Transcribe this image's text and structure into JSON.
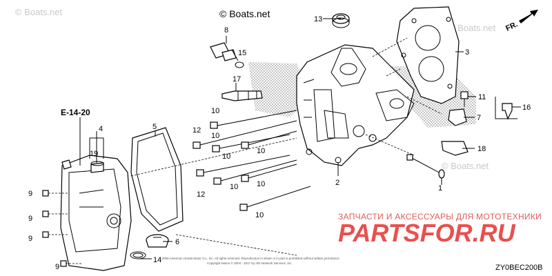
{
  "watermarks": {
    "top_left": "© Boats.net",
    "top_center": "© Boats.net",
    "top_right": "© Boats.net",
    "mid_right": "© Boats.net"
  },
  "direction_label": "FR.",
  "reference": "E-14-20",
  "callouts": [
    "1",
    "2",
    "3",
    "4",
    "5",
    "6",
    "7",
    "8",
    "9",
    "9",
    "9",
    "9",
    "10",
    "10",
    "10",
    "10",
    "10",
    "10",
    "10",
    "10",
    "11",
    "12",
    "12",
    "13",
    "14",
    "15",
    "16",
    "17",
    "18",
    "19"
  ],
  "shop": {
    "subtitle": "ЗАПЧАСТИ И АКСЕССУАРЫ ДЛЯ МОТОТЕХНИКИ",
    "logo": "PARTSFOR.RU"
  },
  "diagram_code": "ZY0BEC200B",
  "copyright_line_1": "© 2008 American Honda Motor Co., Inc. All rights reserved. Reproduction in whole or in part is prohibited without written permission.",
  "copyright_line_2": "Copyright Notice © 2004 - 2017 by ARI Network Services, Inc."
}
